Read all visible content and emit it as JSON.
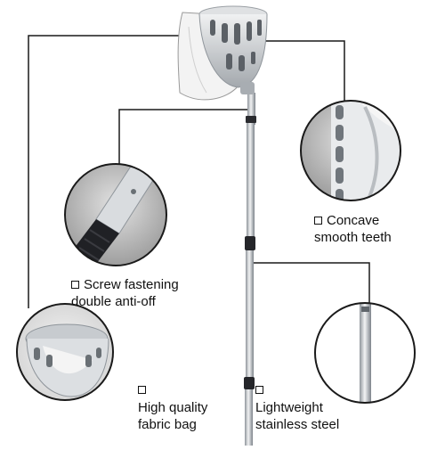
{
  "callouts": {
    "concave": {
      "line1": "Concave",
      "line2": "smooth teeth"
    },
    "screw": {
      "line1": "Screw fastening",
      "line2": "double anti-off"
    },
    "fabric": {
      "line1": "High quality",
      "line2": "fabric bag"
    },
    "steel": {
      "line1": "Lightweight",
      "line2": "stainless steel"
    }
  },
  "colors": {
    "line": "#1a1a1a",
    "metal_light": "#e6e8ea",
    "metal_dark": "#8f959b",
    "bag": "#f2f2f2",
    "magnifier_bg": "#c9c9c9",
    "grip": "#1f2024"
  }
}
